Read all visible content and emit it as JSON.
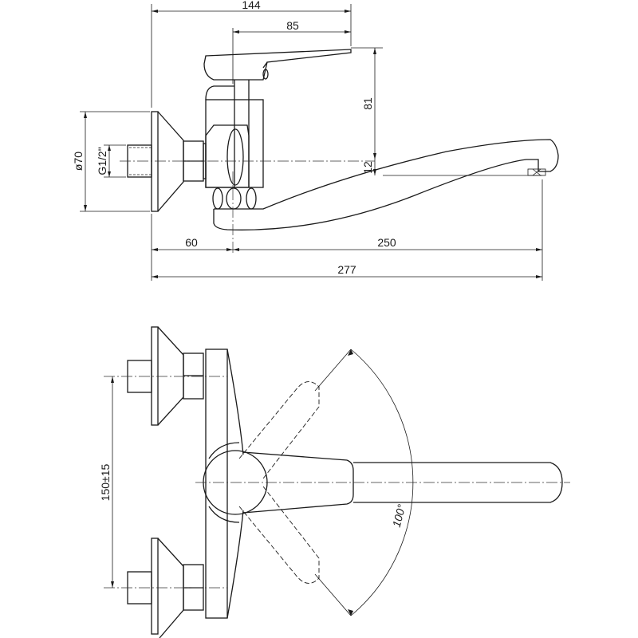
{
  "drawing": {
    "side_view": {
      "dimensions": {
        "overall_height_to_handle": "144",
        "handle_offset": "85",
        "height_81": "81",
        "height_12": "12",
        "flange_diameter": "ø70",
        "thread": "G1/2\"",
        "wall_to_axis": "60",
        "spout_reach": "250",
        "overall_length": "277"
      }
    },
    "top_view": {
      "dimensions": {
        "inlet_spacing": "150±15",
        "spout_swivel_angle": "100°"
      }
    }
  }
}
